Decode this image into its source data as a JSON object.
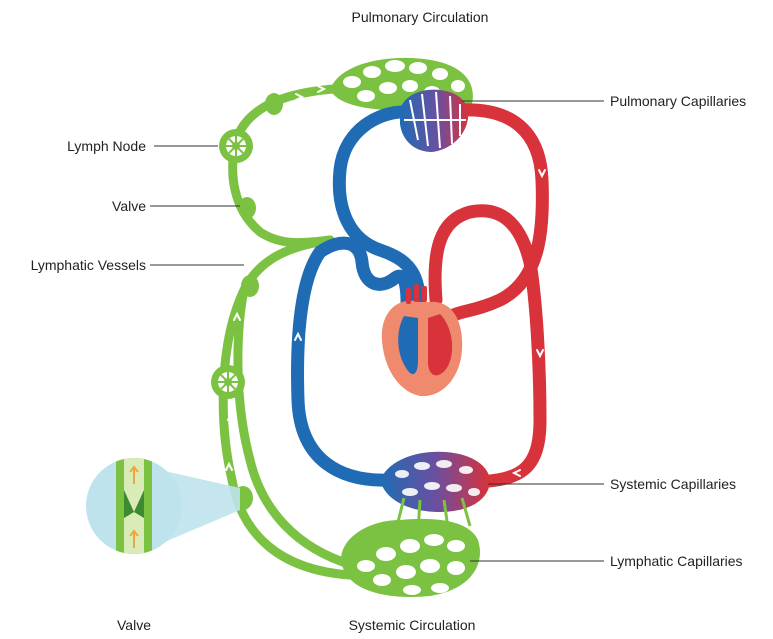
{
  "title": "Pulmonary Circulation",
  "bottom_title": "Systemic Circulation",
  "inset_label": "Valve",
  "labels": {
    "lymph_node": "Lymph Node",
    "valve": "Valve",
    "lymphatic_vessels": "Lymphatic Vessels",
    "pulmonary_capillaries": "Pulmonary Capillaries",
    "systemic_capillaries": "Systemic Capillaries",
    "lymphatic_capillaries": "Lymphatic Capillaries"
  },
  "colors": {
    "deoxygenated_blood": "#1f6cb5",
    "oxygenated_blood": "#d8323b",
    "lymph": "#7cc242",
    "heart": "#f08a6e",
    "inset_background": "#bfe3ec"
  },
  "icons": [
    "lymph-node-icon",
    "valve-icon",
    "heart-icon",
    "flow-arrow-icon"
  ]
}
